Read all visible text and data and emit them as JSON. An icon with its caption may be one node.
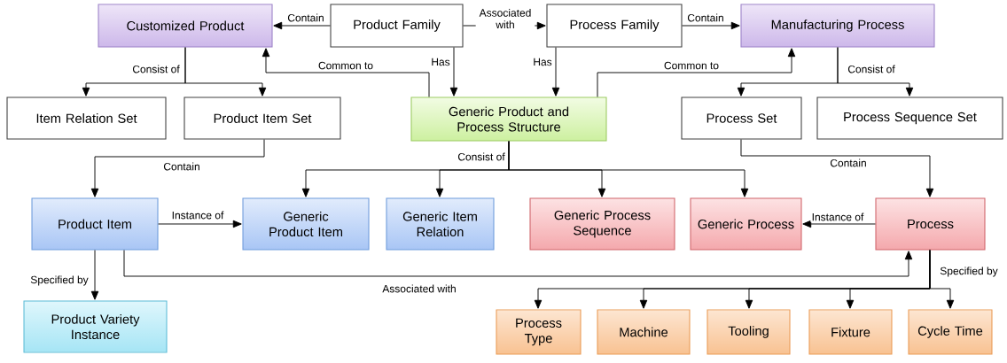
{
  "diagram": {
    "nodes": [
      {
        "text": [
          "Customized Product"
        ]
      },
      {
        "text": [
          "Product Family"
        ]
      },
      {
        "text": [
          "Process Family"
        ]
      },
      {
        "text": [
          "Manufacturing Process"
        ]
      },
      {
        "text": [
          "Item Relation Set"
        ]
      },
      {
        "text": [
          "Product Item Set"
        ]
      },
      {
        "text": [
          "Generic Product and Process Structure"
        ]
      },
      {
        "text": [
          "Process Set"
        ]
      },
      {
        "text": [
          "Process Sequence Set"
        ]
      },
      {
        "text": [
          "Product Item"
        ]
      },
      {
        "text": [
          "Generic Product Item"
        ]
      },
      {
        "text": [
          "Generic Item Relation"
        ]
      },
      {
        "text": [
          "Generic Process Sequence"
        ]
      },
      {
        "text": [
          "Generic Process"
        ]
      },
      {
        "text": [
          "Process"
        ]
      },
      {
        "text": [
          "Product Variety Instance"
        ]
      },
      {
        "text": [
          "Process Type"
        ]
      },
      {
        "text": [
          "Machine"
        ]
      },
      {
        "text": [
          "Tooling"
        ]
      },
      {
        "text": [
          "Fixture"
        ]
      },
      {
        "text": [
          "Cycle Time"
        ]
      }
    ],
    "edges": [
      {
        "from": 1,
        "to": 0,
        "arrow": "to",
        "label": "Contain"
      },
      {
        "from": 1,
        "to": 2,
        "arrow": "to",
        "label": "Associated with"
      },
      {
        "from": 1,
        "to": 6,
        "arrow": "to",
        "label": "Has"
      },
      {
        "from": 2,
        "to": 6,
        "arrow": "to",
        "label": "Has"
      },
      {
        "from": 2,
        "to": 3,
        "arrow": "to",
        "label": "Contain"
      },
      {
        "from": 6,
        "to": 0,
        "arrow": "to",
        "label": "Common to"
      },
      {
        "from": 6,
        "to": 3,
        "arrow": "to",
        "label": "Common to"
      },
      {
        "from": 0,
        "to": 4,
        "arrow": "to",
        "label": "Consist of"
      },
      {
        "from": 0,
        "to": 5,
        "arrow": "to"
      },
      {
        "from": 3,
        "to": 7,
        "arrow": "to",
        "label": "Consist of"
      },
      {
        "from": 3,
        "to": 8,
        "arrow": "to"
      },
      {
        "from": 5,
        "to": 9,
        "arrow": "to",
        "label": "Contain"
      },
      {
        "from": 7,
        "to": 14,
        "arrow": "to",
        "label": "Contain"
      },
      {
        "from": 6,
        "to": 10,
        "arrow": "to",
        "label": "Consist of"
      },
      {
        "from": 6,
        "to": 11,
        "arrow": "to"
      },
      {
        "from": 6,
        "to": 12,
        "arrow": "to"
      },
      {
        "from": 6,
        "to": 13,
        "arrow": "to"
      },
      {
        "from": 9,
        "to": 10,
        "arrow": "to",
        "label": "Instance of"
      },
      {
        "from": 14,
        "to": 13,
        "arrow": "to",
        "label": "Instance of"
      },
      {
        "from": 9,
        "to": 15,
        "arrow": "to",
        "label": "Specified by"
      },
      {
        "from": 9,
        "to": 14,
        "arrow": "to",
        "label": "Associated with"
      },
      {
        "from": 14,
        "to": 16,
        "arrow": "to",
        "label": "Specified by"
      },
      {
        "from": 14,
        "to": 17,
        "arrow": "to"
      },
      {
        "from": 14,
        "to": 18,
        "arrow": "to"
      },
      {
        "from": 14,
        "to": 19,
        "arrow": "to"
      },
      {
        "from": 14,
        "to": 20,
        "arrow": "to"
      }
    ]
  }
}
